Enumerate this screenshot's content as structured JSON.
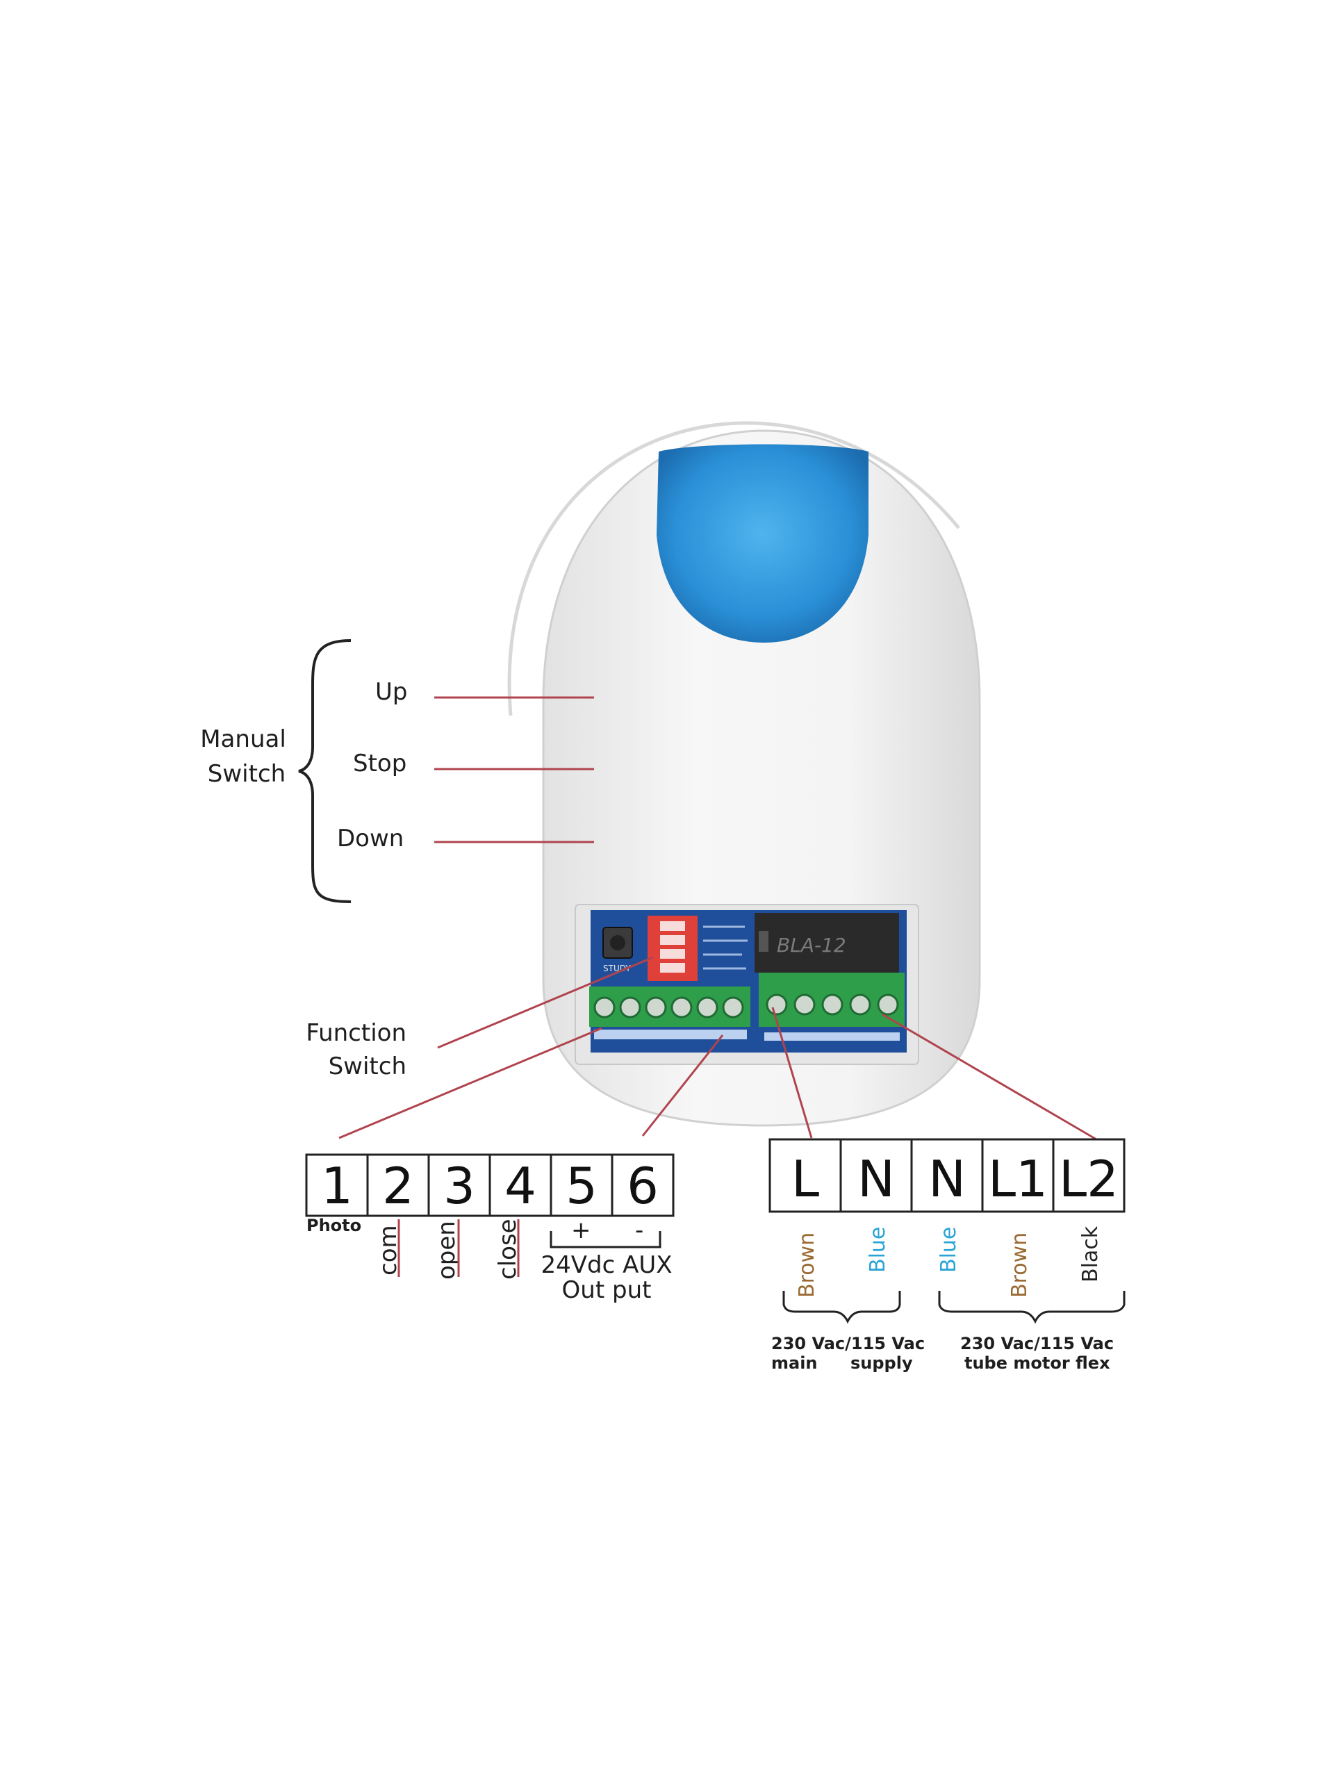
{
  "colors": {
    "leader_line": "#b0444e",
    "bracket_line": "#222222",
    "brown_text": "#9a6a33",
    "blue_text": "#2aa4d6",
    "black_text": "#222222",
    "housing": "#f3f3f3",
    "cap": "#2a8fd6",
    "terminal_green": "#2f9e4a",
    "pcb_blue": "#1f4f9a",
    "dip_red": "#e0403a"
  },
  "manual_switch": {
    "title_line1": "Manual",
    "title_line2": "Switch",
    "up": "Up",
    "stop": "Stop",
    "down": "Down"
  },
  "function_switch": {
    "line1": "Function",
    "line2": "Switch"
  },
  "pcb": {
    "study_label": "STUDY",
    "relay_text": "BLA-12"
  },
  "left_terminals": {
    "numbers": [
      "1",
      "2",
      "3",
      "4",
      "5",
      "6"
    ],
    "photo": "Photo",
    "com": "com",
    "open": "open",
    "close": "close",
    "plus": "+",
    "minus": "-",
    "aux_line1": "24Vdc AUX",
    "aux_line2": "Out put"
  },
  "right_terminals": {
    "letters": [
      "L",
      "N",
      "N",
      "L1",
      "L2"
    ],
    "wires": [
      "Brown",
      "Blue",
      "Blue",
      "Brown",
      "Black"
    ],
    "supply_line1": "230 Vac/115 Vac",
    "supply_main": "main",
    "supply_supply": "supply",
    "motor_line1": "230 Vac/115 Vac",
    "motor_line2": "tube motor flex"
  }
}
